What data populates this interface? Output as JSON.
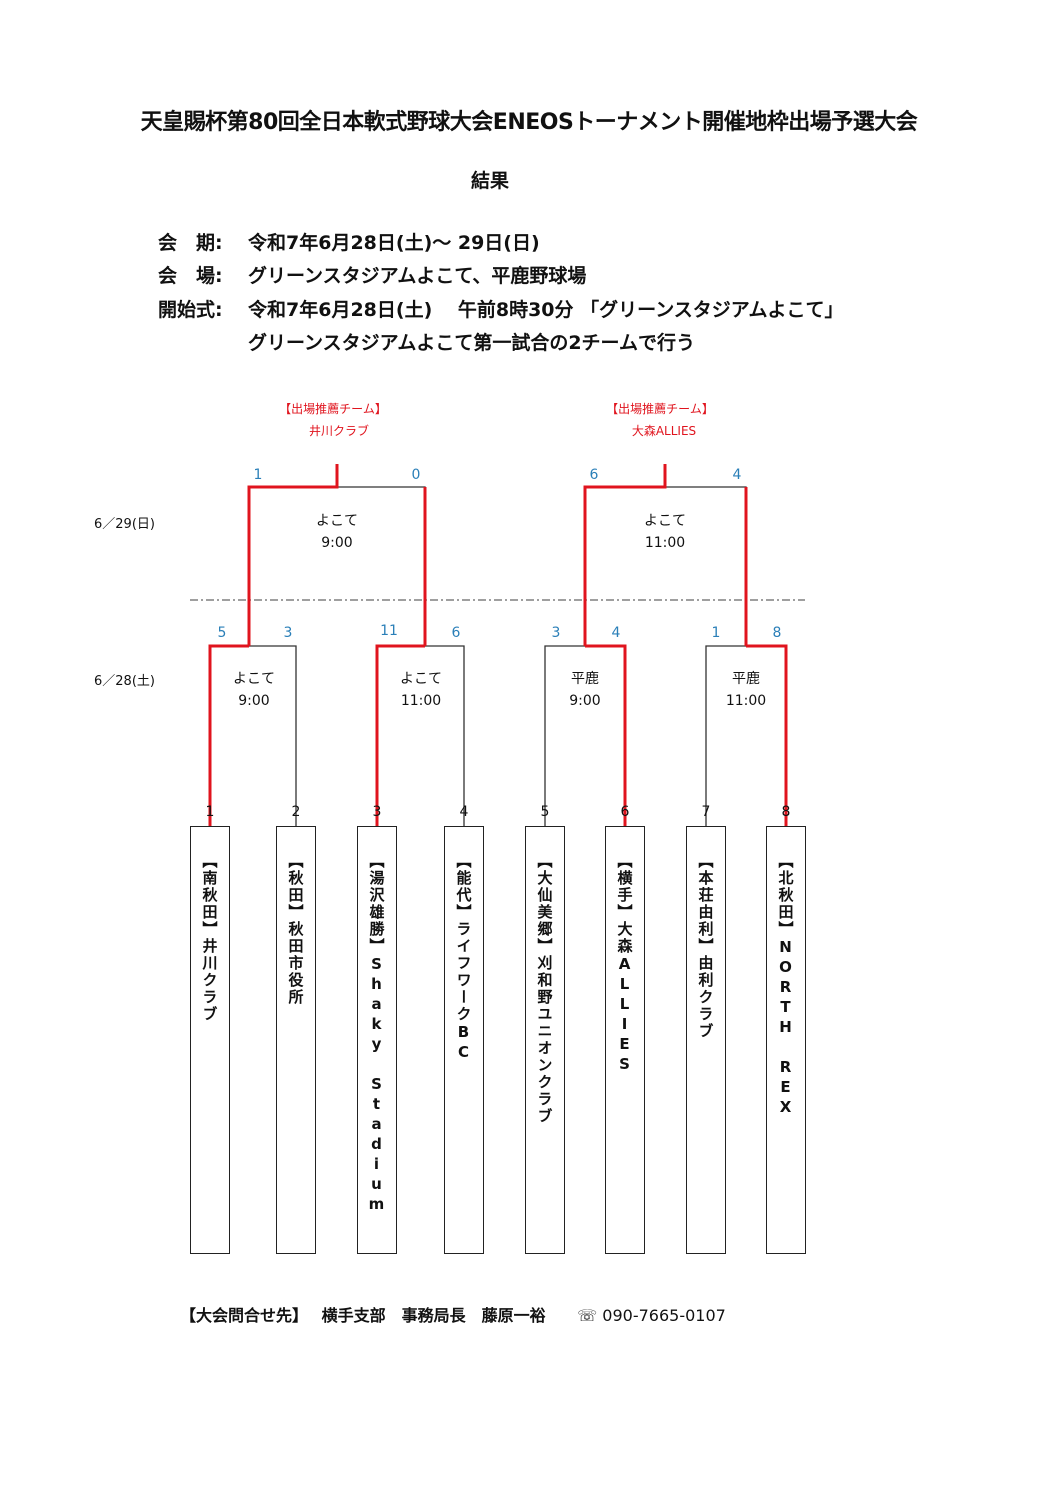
{
  "header": {
    "title": "天皇賜杯第80回全日本軟式野球大会ENEOSトーナメント開催地枠出場予選大会",
    "subtitle": "結果"
  },
  "info": {
    "period_label": "会　期:",
    "period_value": "令和7年6月28日(土)～ 29日(日)",
    "venue_label": "会　場:",
    "venue_value": "グリーンスタジアムよこて、平鹿野球場",
    "opening_label": "開始式:",
    "opening_value": "令和7年6月28日(土)　 午前8時30分 「グリーンスタジアムよこて」",
    "opening_note": "グリーンスタジアムよこて第一試合の2チームで行う"
  },
  "recommended": [
    {
      "label": "【出場推薦チーム】",
      "team": "井川クラブ"
    },
    {
      "label": "【出場推薦チーム】",
      "team": "大森ALLIES"
    }
  ],
  "dates": {
    "day2": "6／29(日)",
    "day1": "6／28(土)"
  },
  "final_matches": [
    {
      "venue": "よこて",
      "time": "9:00",
      "score_left": "1",
      "score_right": "0"
    },
    {
      "venue": "よこて",
      "time": "11:00",
      "score_left": "6",
      "score_right": "4"
    }
  ],
  "first_round": [
    {
      "venue": "よこて",
      "time": "9:00",
      "score_left": "5",
      "score_right": "3"
    },
    {
      "venue": "よこて",
      "time": "11:00",
      "score_left": "11",
      "score_right": "6"
    },
    {
      "venue": "平鹿",
      "time": "9:00",
      "score_left": "3",
      "score_right": "4"
    },
    {
      "venue": "平鹿",
      "time": "11:00",
      "score_left": "1",
      "score_right": "8"
    }
  ],
  "teams": [
    {
      "num": "1",
      "name": "【南秋田】井川クラブ"
    },
    {
      "num": "2",
      "name": "【秋田】秋田市役所"
    },
    {
      "num": "3",
      "name": "【湯沢雄勝】Shaky Stadium"
    },
    {
      "num": "4",
      "name": "【能代】ライフワークBC"
    },
    {
      "num": "5",
      "name": "【大仙美郷】刈和野ユニオンクラブ"
    },
    {
      "num": "6",
      "name": "【横手】大森ALLIES"
    },
    {
      "num": "7",
      "name": "【本荘由利】由利クラブ"
    },
    {
      "num": "8",
      "name": "【北秋田】NORTH REX"
    }
  ],
  "contact": {
    "label": "【大会問合せ先】",
    "org": "横手支部　事務局長　藤原一裕",
    "phone": "☏ 090-7665-0107"
  },
  "colors": {
    "win_line": "#e0141e",
    "line": "#333333",
    "score": "#2a7fb8"
  }
}
